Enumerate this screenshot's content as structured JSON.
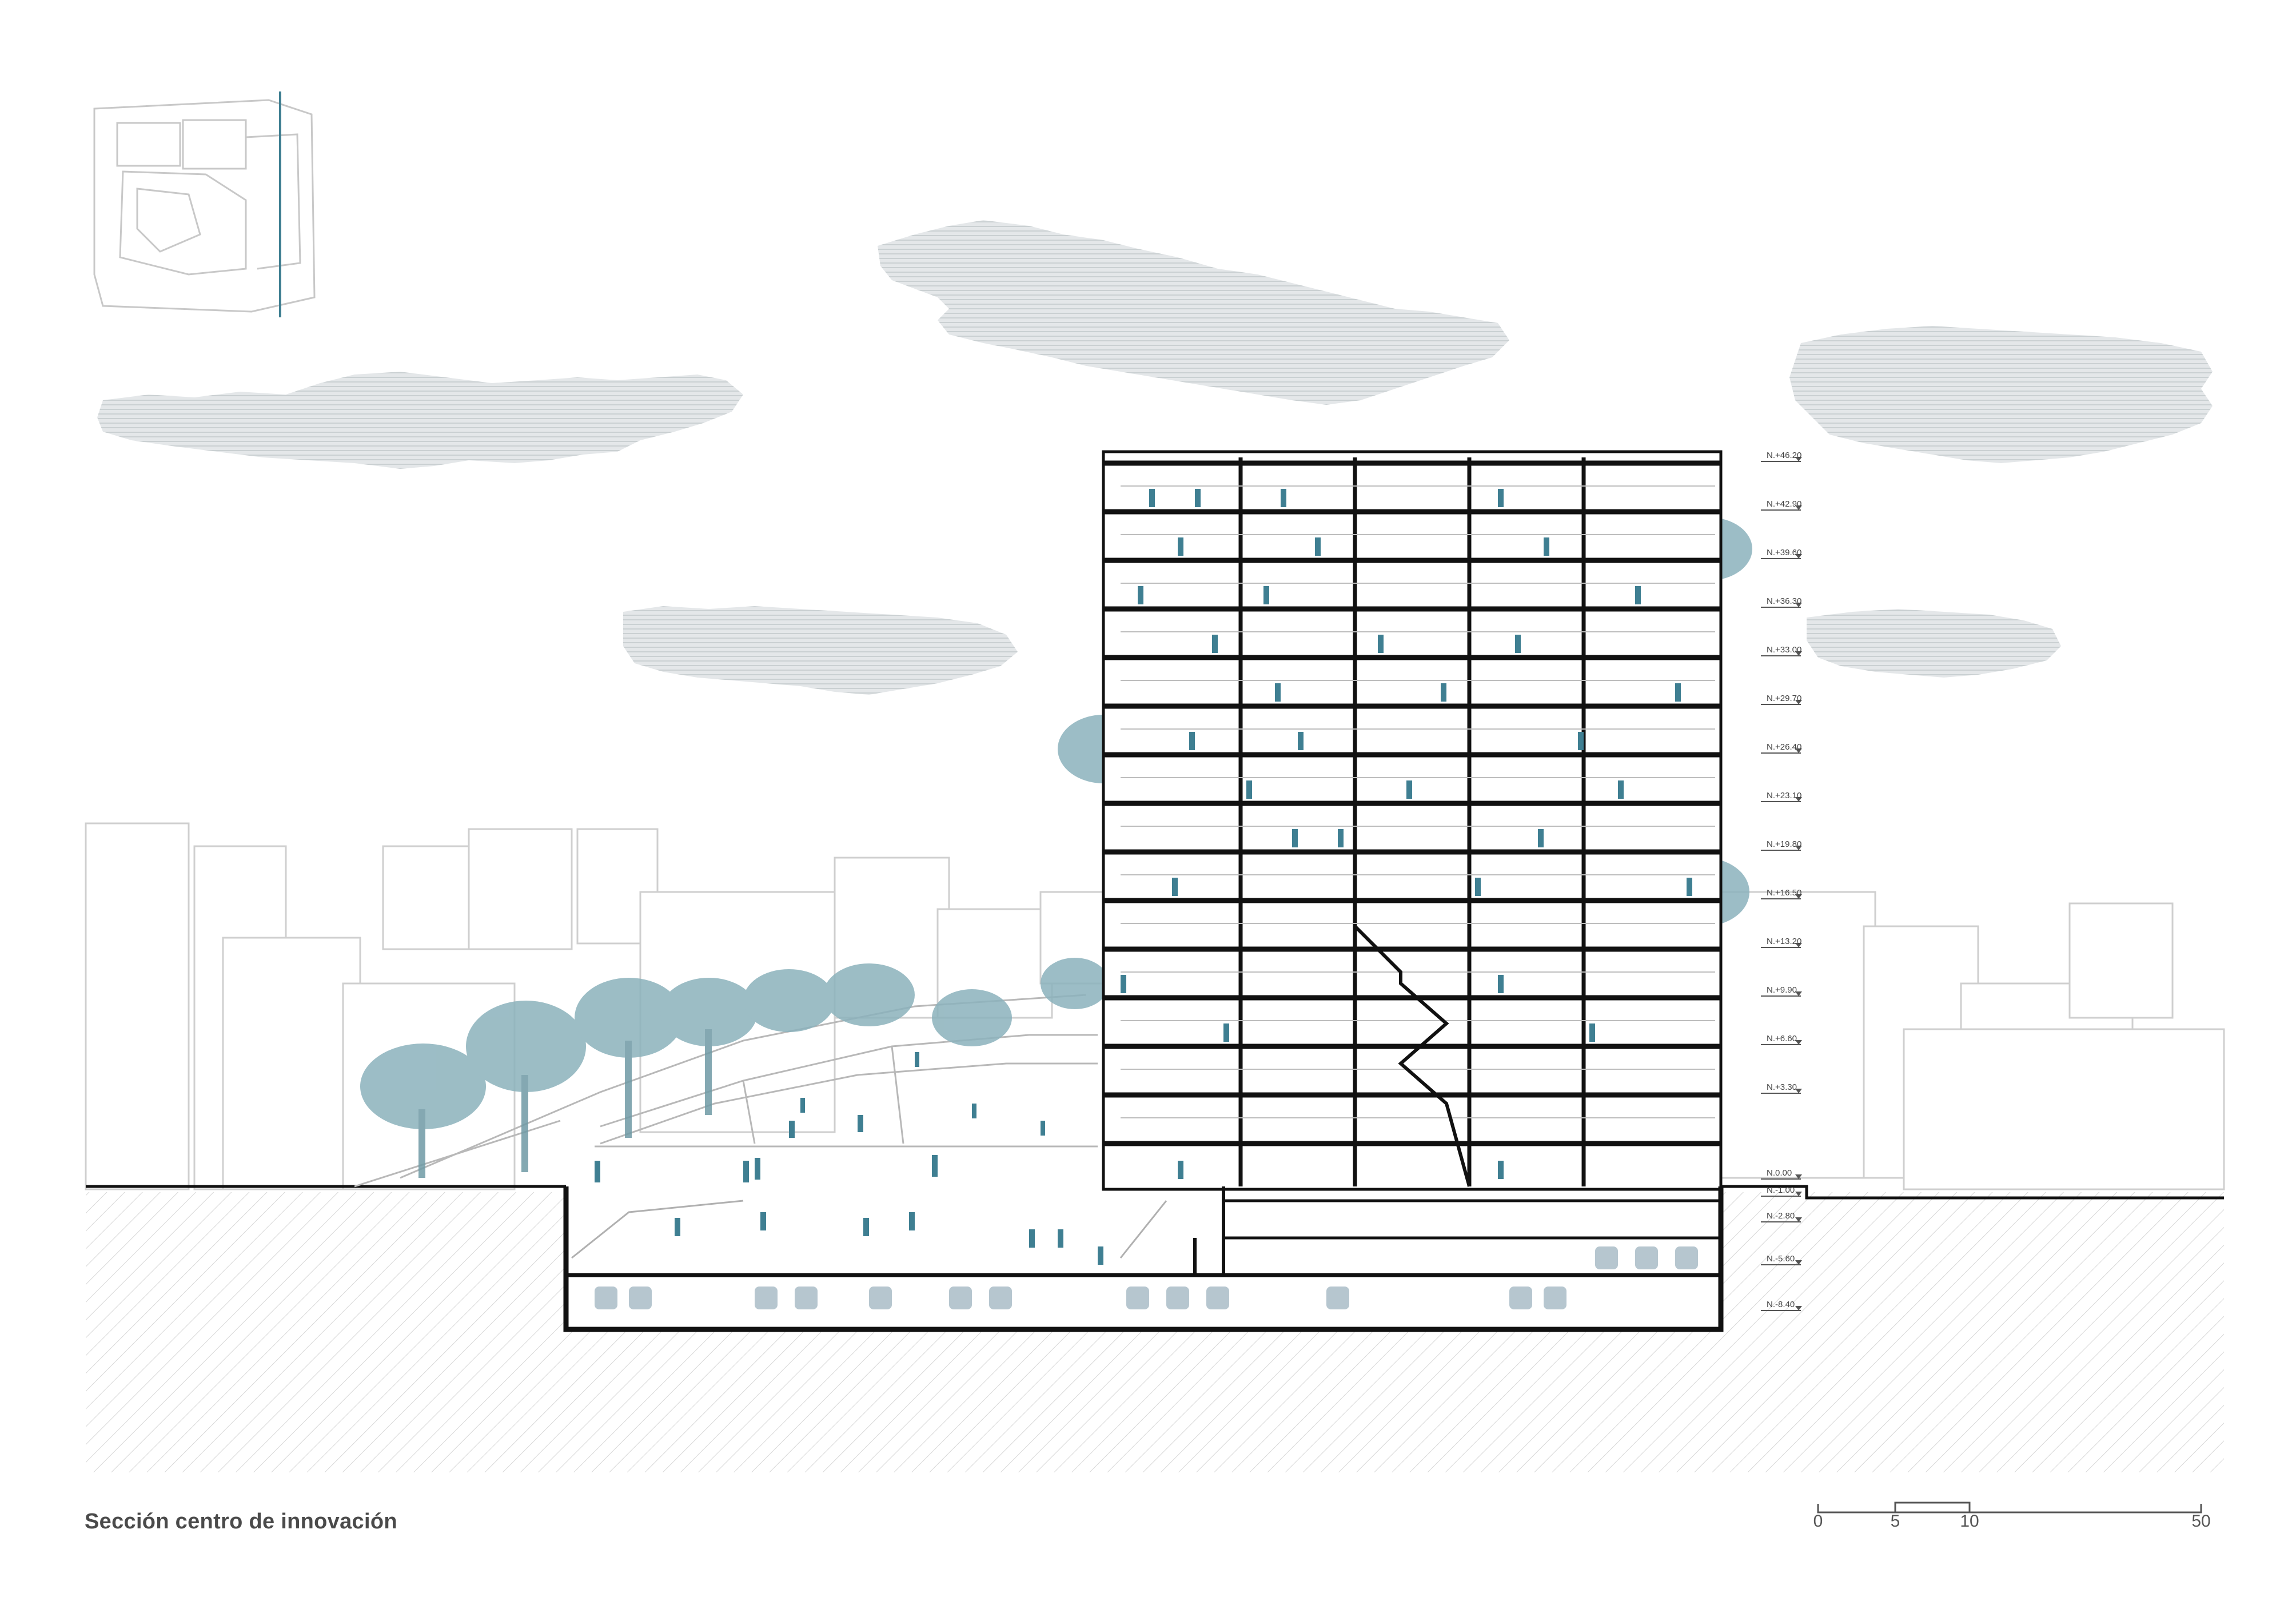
{
  "caption": "Sección centro de innovación",
  "levels": [
    "N.+46.20",
    "N.+42.90",
    "N.+39.60",
    "N.+36.30",
    "N.+33.00",
    "N.+29.70",
    "N.+26.40",
    "N.+23.10",
    "N.+19.80",
    "N.+16.50",
    "N.+13.20",
    "N.+9.90",
    "N.+6.60",
    "N.+3.30",
    "N.0.00",
    "N.-1.00",
    "N.-2.80",
    "N.-5.60",
    "N.-8.40"
  ],
  "scale_bar": {
    "ticks": [
      "0",
      "5",
      "10",
      "50"
    ]
  },
  "colors": {
    "accent": "#3f7f92",
    "tree": "#7fa9b4",
    "cloud": "#d3d8db",
    "line": "#111111",
    "context": "#c9c9c9"
  }
}
